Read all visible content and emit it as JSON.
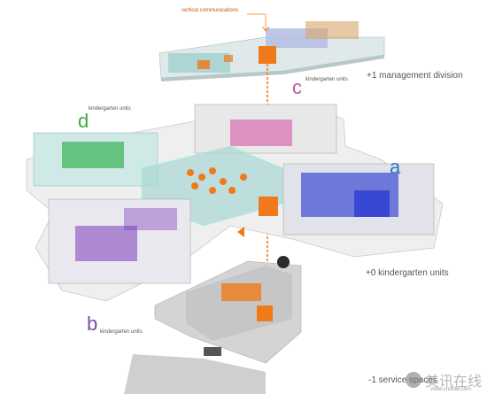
{
  "labels": {
    "vertical": "vertical communications",
    "plus1": "+1  management division",
    "plus0": "+0  kindergarten units",
    "minus1": "-1  service spaces",
    "units_caption": "kindergarten units",
    "letter_a": "a",
    "letter_b": "b",
    "letter_c": "c",
    "letter_d": "d"
  },
  "colors": {
    "orange": "#f07a1a",
    "teal_glass": "#a9d8d4",
    "blue": "#2f3fd0",
    "purple": "#7a3ab8",
    "pink": "#d24aa0",
    "green": "#1aa83a",
    "letter_a": "#2b78c2",
    "letter_b": "#7a4aa8",
    "letter_c": "#c05aa0",
    "letter_d": "#3faa3a"
  },
  "watermark": {
    "text": "美讯在线",
    "url": "www.cnsfdw.com"
  }
}
